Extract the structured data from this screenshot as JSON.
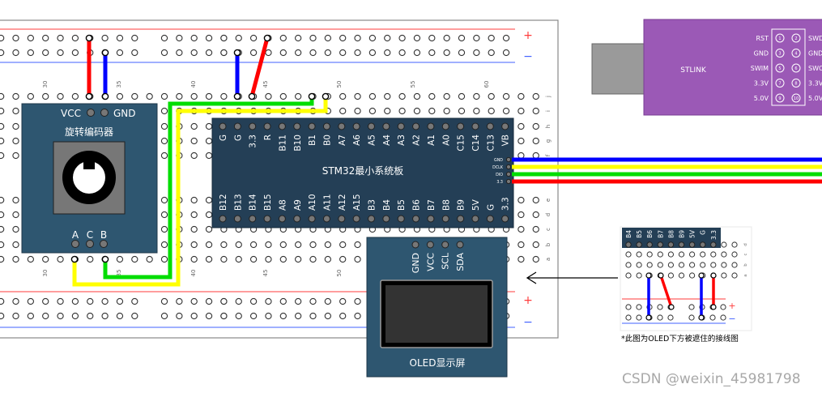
{
  "breadboard": {
    "row_letters": [
      "j",
      "i",
      "h",
      "g",
      "f",
      "e",
      "d",
      "c",
      "b",
      "a"
    ],
    "column_numbers": [
      "30",
      "35",
      "40",
      "45",
      "50",
      "55",
      "60"
    ],
    "rail_plus": "+",
    "rail_minus": "−"
  },
  "encoder": {
    "title": "旋转编码器",
    "vcc": "VCC",
    "gnd": "GND",
    "pins": [
      "A",
      "C",
      "B"
    ]
  },
  "stm32": {
    "title": "STM32最小系统板",
    "top_pins": [
      "G",
      "G",
      "3.3",
      "R",
      "B11",
      "B10",
      "B1",
      "B0",
      "A7",
      "A6",
      "A5",
      "A4",
      "A3",
      "A2",
      "A1",
      "A0",
      "C15",
      "C14",
      "C13",
      "VB"
    ],
    "bottom_pins": [
      "B12",
      "B13",
      "B14",
      "B15",
      "A8",
      "A9",
      "A10",
      "A11",
      "A12",
      "A15",
      "B3",
      "B4",
      "B5",
      "B6",
      "B7",
      "B8",
      "B9",
      "5V",
      "G",
      "3.3"
    ],
    "side_pins": [
      "GND",
      "DCLK",
      "DIO",
      "3.3"
    ]
  },
  "oled": {
    "title": "OLED显示屏",
    "pins": [
      "GND",
      "VCC",
      "SCL",
      "SDA"
    ]
  },
  "stlink": {
    "name": "STLINK",
    "left_labels": [
      "RST",
      "GND",
      "SWIM",
      "3.3V",
      "5.0V"
    ],
    "right_labels": [
      "SWDIO",
      "GND",
      "SWCLK",
      "3.3V",
      "5.0V"
    ],
    "pin_numbers": [
      "1",
      "2",
      "3",
      "4",
      "5",
      "6",
      "7",
      "8",
      "9",
      "10"
    ]
  },
  "inset": {
    "pins": [
      "B4",
      "B5",
      "B6",
      "B7",
      "B8",
      "B9",
      "5V",
      "G",
      "3.3"
    ],
    "row_letters": [
      "d",
      "c",
      "b",
      "a"
    ],
    "caption": "*此图为OLED下方被遮住的接线图",
    "rail_plus": "+",
    "rail_minus": "−"
  },
  "watermark": "CSDN @weixin_45981798",
  "colors": {
    "module": "#2e5670",
    "chip": "#243f56",
    "stlink": "#9b59b6",
    "wire_red": "#ff0000",
    "wire_blue": "#0000ff",
    "wire_yellow": "#ffff00",
    "wire_green": "#00dd00"
  }
}
